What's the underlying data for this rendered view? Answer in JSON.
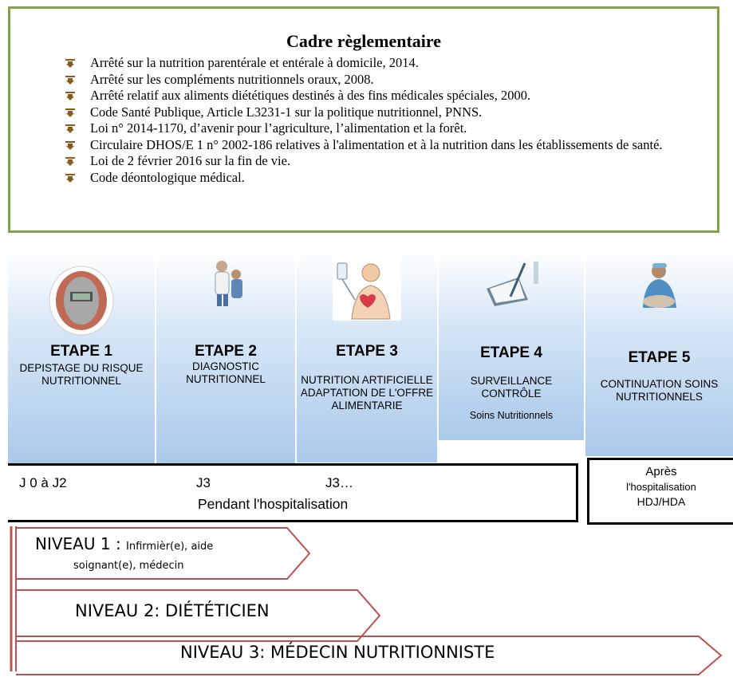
{
  "regulatory": {
    "title": "Cadre règlementaire",
    "items": [
      "Arrêté sur la nutrition parentérale et entérale à domicile, 2014.",
      "Arrêté sur les compléments nutritionnels oraux, 2008.",
      "Arrêté relatif aux aliments diététiques destinés à des fins médicales spéciales, 2000.",
      "Code Santé Publique, Article L3231-1 sur la politique nutritionnel, PNNS.",
      "Loi n° 2014-1170, d’avenir pour l’agriculture, l’alimentation et la forêt.",
      "Circulaire DHOS/E 1 n° 2002-186 relatives à l'alimentation et à la nutrition dans les établissements de santé.",
      "Loi de 2 février 2016 sur la fin de vie.",
      "Code déontologique médical."
    ]
  },
  "stages": [
    {
      "title": "ETAPE 1",
      "desc": "DEPISTAGE DU RISQUE NUTRITIONNEL",
      "icon": "scale-icon"
    },
    {
      "title": "ETAPE  2",
      "desc": "DIAGNOSTIC NUTRITIONNEL",
      "icon": "doctor-patient-icon"
    },
    {
      "title": "ETAPE 3",
      "desc": "NUTRITION ARTIFICIELLE ADAPTATION DE L'OFFRE ALIMENTARIE",
      "icon": "iv-drip-icon"
    },
    {
      "title": "ETAPE  4",
      "desc": "SURVEILLANCE CONTRÔLE",
      "sub": "Soins Nutritionnels",
      "icon": "clipboard-icon"
    },
    {
      "title": "ETAPE 5",
      "desc": "CONTINUATION SOINS NUTRITIONNELS",
      "icon": "care-icon"
    }
  ],
  "timeline": {
    "j0": "J 0 à J2",
    "j3": "J3",
    "j3b": "J3…",
    "during": "Pendant l'hospitalisation",
    "after_line1": "Après",
    "after_line2": "l'hospitalisation",
    "after_line3": "HDJ/HDA"
  },
  "levels": {
    "l1_main": "NIVEAU 1 :",
    "l1_small_a": "Infirmièr(e), aide",
    "l1_small_b": "soignant(e), médecin",
    "l2": "NIVEAU 2: DIÉTÉTICIEN",
    "l3": "NIVEAU 3: MÉDECIN NUTRITIONNISTE",
    "arrow_color": "#c0504d"
  },
  "colors": {
    "frame_green": "#7fa64a",
    "bullet_brown": "#8a5a1e",
    "stage_blue": "#a9c9ea"
  }
}
